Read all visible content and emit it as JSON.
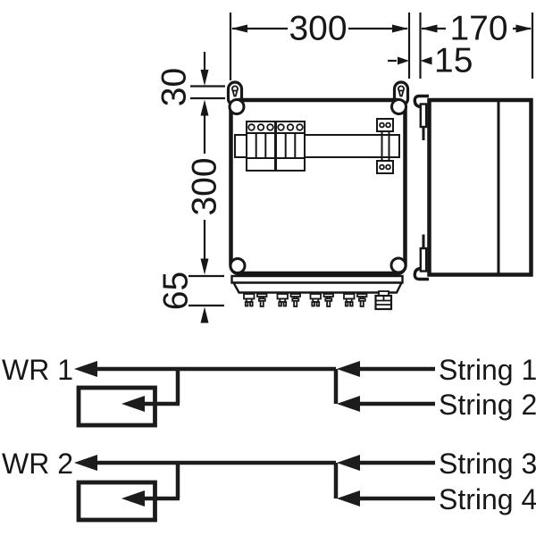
{
  "drawing": {
    "dim_width_front": "300",
    "dim_width_side": "170",
    "dim_wall_gap": "15",
    "dim_lug_offset": "30",
    "dim_height": "300",
    "dim_gland_depth": "65"
  },
  "schematic": {
    "groups": [
      {
        "inverter": "WR 1",
        "strings": [
          "String 1",
          "String 2"
        ]
      },
      {
        "inverter": "WR 2",
        "strings": [
          "String 3",
          "String 4"
        ]
      }
    ]
  },
  "colors": {
    "line": "#171717",
    "background": "#ffffff"
  }
}
